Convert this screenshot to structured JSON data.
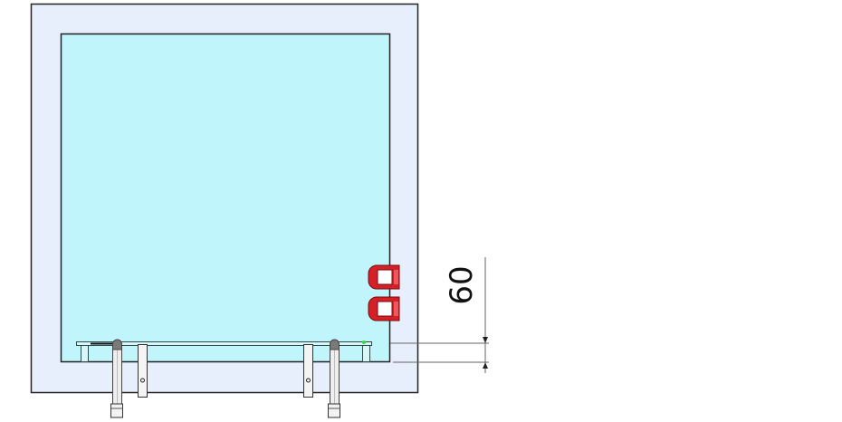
{
  "drawing": {
    "type": "technical-drawing",
    "colors": {
      "outer_frame_fill": "#e8effc",
      "inner_panel_fill": "#c0f5fc",
      "outline": "#222222",
      "rail": "#2c4a4a",
      "clip_red": "#d42128",
      "antenna_cap": "#777777",
      "dimension_line": "#555555",
      "marker_green": "#33dd33"
    },
    "parts": {
      "outer_frame": "outer frame",
      "inner_panel": "inner panel",
      "clips": [
        "clip-upper",
        "clip-lower"
      ],
      "antennas": [
        "antenna-left",
        "antenna-right"
      ],
      "posts": [
        "post-left",
        "post-right"
      ],
      "rail": "bottom rail"
    },
    "dimension": {
      "value": "60",
      "orientation": "vertical"
    }
  }
}
